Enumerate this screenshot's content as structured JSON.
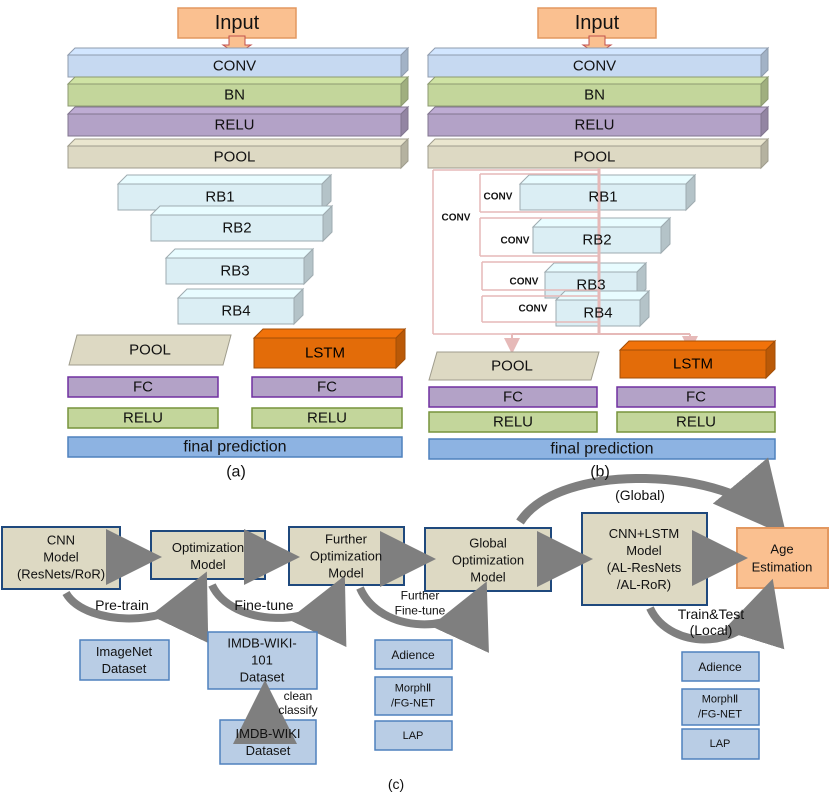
{
  "panel_a": {
    "input": "Input",
    "layers": [
      "CONV",
      "BN",
      "RELU",
      "POOL",
      "RB1",
      "RB2",
      "RB3",
      "RB4"
    ],
    "left_branch": [
      "POOL",
      "FC",
      "RELU"
    ],
    "right_branch": [
      "LSTM",
      "FC",
      "RELU"
    ],
    "final": "final prediction",
    "caption": "(a)"
  },
  "panel_b": {
    "input": "Input",
    "layers": [
      "CONV",
      "BN",
      "RELU",
      "POOL",
      "RB1",
      "RB2",
      "RB3",
      "RB4"
    ],
    "shortcut_labels": [
      "CONV",
      "CONV",
      "CONV",
      "CONV",
      "CONV"
    ],
    "left_branch": [
      "POOL",
      "FC",
      "RELU"
    ],
    "right_branch": [
      "LSTM",
      "FC",
      "RELU"
    ],
    "final": "final prediction",
    "caption": "(b)"
  },
  "panel_c": {
    "stages": [
      "CNN Model (ResNets/RoR)",
      "Optimization Model",
      "Further Optimization Model",
      "Global Optimization Model",
      "CNN+LSTM Model (AL-ResNets /AL-RoR)",
      "Age Estimation"
    ],
    "arc_labels": {
      "pretrain": "Pre-train",
      "finetune": "Fine-tune",
      "further_finetune": "Further Fine-tune",
      "global": "(Global)",
      "train_test": "Train&Test (Local)",
      "clean": "clean classify"
    },
    "datasets": {
      "imagenet": "ImageNet Dataset",
      "imdb101": "IMDB-WIKI-101 Dataset",
      "imdb": "IMDB-WIKI Dataset",
      "adience": "Adience",
      "morph": "MorphⅡ /FG-NET",
      "lap": "LAP"
    },
    "caption": "(c)"
  },
  "colors": {
    "conv": "#c6d9f1",
    "bn": "#c3d69b",
    "relu": "#b3a2c7",
    "pool": "#ddd9c3",
    "rb": "#dbeef4",
    "lstm": "#e36c09",
    "fc": "#b3a2c7",
    "final": "#8db3e2",
    "input": "#fac090",
    "stage": "#ddd9c3",
    "dataset": "#b9cde5",
    "age": "#fac090",
    "arrow": "#7f7f7f",
    "shortcut": "#e6b9b8"
  }
}
